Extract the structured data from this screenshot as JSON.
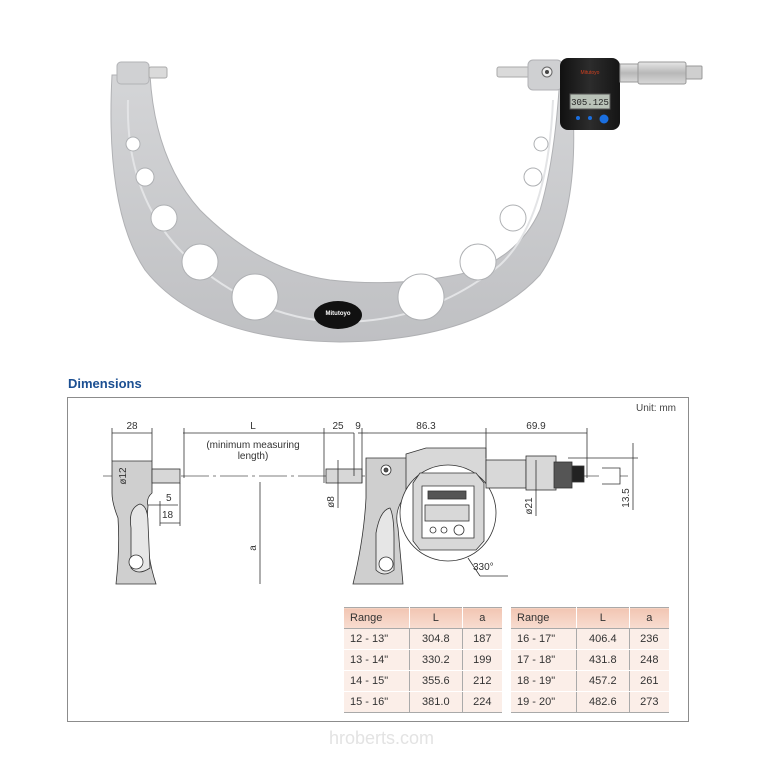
{
  "product_photo": {
    "description": "Digital outside micrometer with large U-shaped frame",
    "brand_badge": "Mitutoyo",
    "display_reading": "305.125",
    "frame_color": "#c9cacc",
    "head_color": "#1e1e1e",
    "button_color": "#1a6fe0"
  },
  "dimensions": {
    "title": "Dimensions",
    "unit": "Unit: mm",
    "labels": {
      "anvil_width": "28",
      "L": "L",
      "L_note_line1": "(minimum measuring",
      "L_note_line2": "length)",
      "spindle_len": "25",
      "collar": "9",
      "head_len": "86.3",
      "thimble_len": "69.9",
      "anvil_dia": "ø12",
      "anvil_proj": "5",
      "anvil_offset": "18",
      "spindle_dia": "ø8",
      "thimble_dia": "ø21",
      "height_offset": "13.5",
      "depth": "a",
      "rotation": "330°"
    }
  },
  "tables": [
    {
      "headers": [
        "Range",
        "L",
        "a"
      ],
      "rows": [
        [
          "12 - 13\"",
          "304.8",
          "187"
        ],
        [
          "13 - 14\"",
          "330.2",
          "199"
        ],
        [
          "14 - 15\"",
          "355.6",
          "212"
        ],
        [
          "15 - 16\"",
          "381.0",
          "224"
        ]
      ]
    },
    {
      "headers": [
        "Range",
        "L",
        "a"
      ],
      "rows": [
        [
          "16 - 17\"",
          "406.4",
          "236"
        ],
        [
          "17 - 18\"",
          "431.8",
          "248"
        ],
        [
          "18 - 19\"",
          "457.2",
          "261"
        ],
        [
          "19 - 20\"",
          "482.6",
          "273"
        ]
      ]
    }
  ],
  "watermark": "hroberts.com"
}
